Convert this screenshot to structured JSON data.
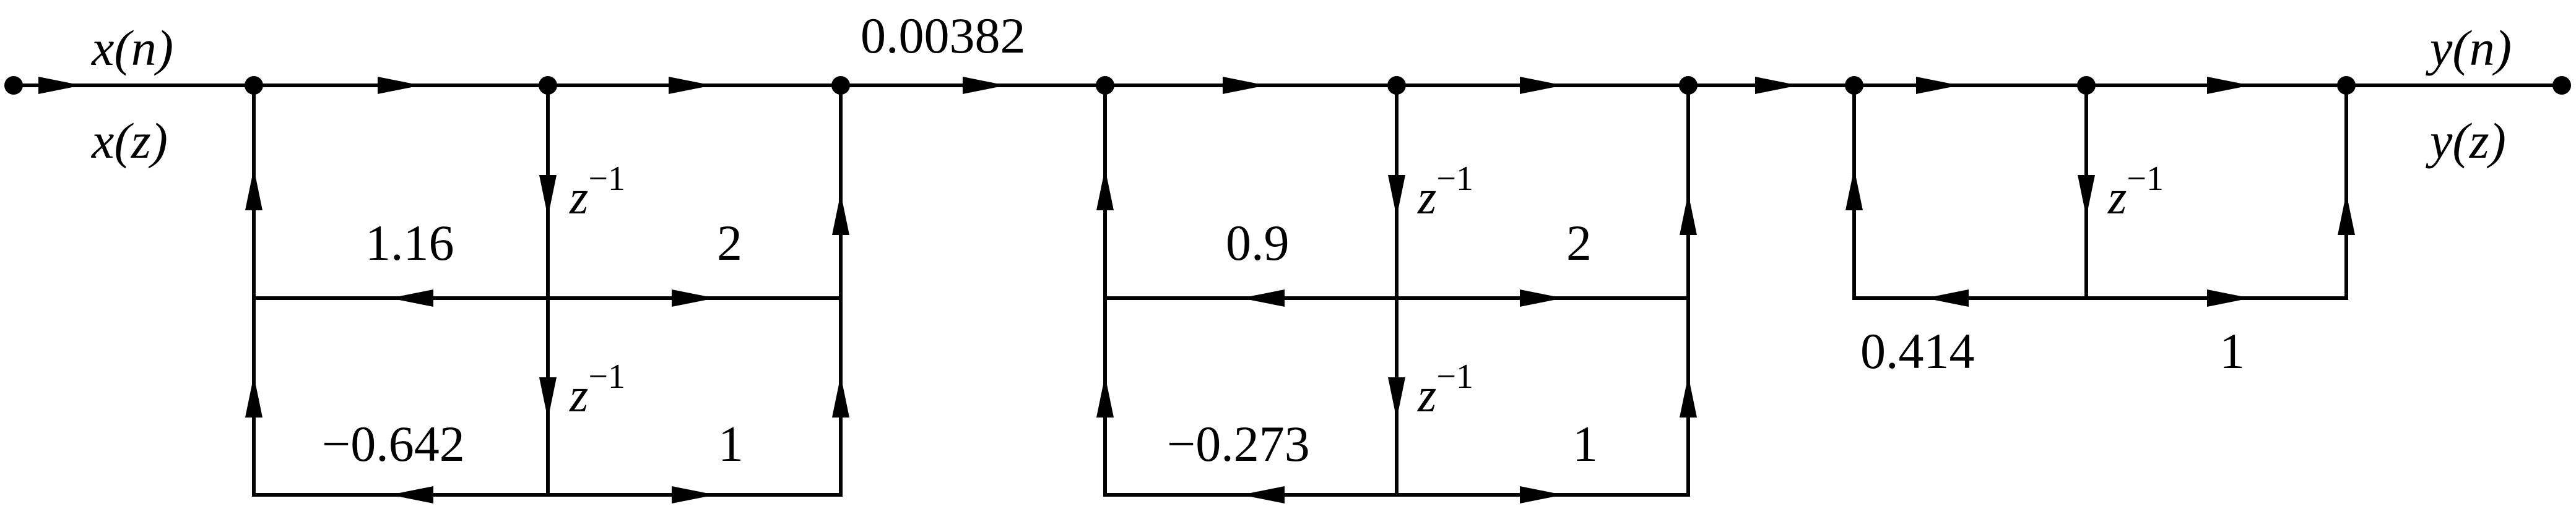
{
  "signals": {
    "input_time": "x(n)",
    "input_z": "x(z)",
    "output_time": "y(n)",
    "output_z": "y(z)"
  },
  "gain": "0.00382",
  "delay": {
    "base": "z",
    "exponent": "−1"
  },
  "sections": [
    {
      "feedback": [
        "1.16",
        "−0.642"
      ],
      "feedforward": [
        "2",
        "1"
      ]
    },
    {
      "feedback": [
        "0.9",
        "−0.273"
      ],
      "feedforward": [
        "2",
        "1"
      ]
    },
    {
      "feedback": [
        "0.414"
      ],
      "feedforward": [
        "1"
      ]
    }
  ]
}
